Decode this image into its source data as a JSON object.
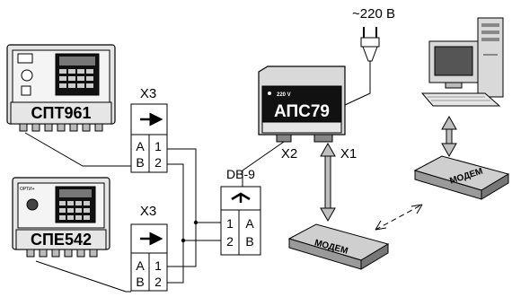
{
  "power": {
    "label": "~220 В"
  },
  "devices": {
    "spt961": {
      "name": "СПТ961"
    },
    "spe542": {
      "name": "СПЕ542",
      "brand": "ОРТИ+"
    },
    "aps79": {
      "name": "АПС79",
      "voltage": "220 V"
    }
  },
  "connectors": {
    "x3_top": {
      "label": "X3",
      "pins": [
        {
          "letter": "A",
          "num": "1"
        },
        {
          "letter": "B",
          "num": "2"
        }
      ]
    },
    "x3_bottom": {
      "label": "X3",
      "pins": [
        {
          "letter": "A",
          "num": "1"
        },
        {
          "letter": "B",
          "num": "2"
        }
      ]
    },
    "db9": {
      "label": "DB-9",
      "pins": [
        {
          "num": "1",
          "letter": "A"
        },
        {
          "num": "2",
          "letter": "B"
        }
      ]
    },
    "x1": {
      "label": "X1"
    },
    "x2": {
      "label": "X2"
    }
  },
  "modems": {
    "left": {
      "label": "МОДЕМ"
    },
    "right": {
      "label": "МОДЕМ"
    }
  }
}
